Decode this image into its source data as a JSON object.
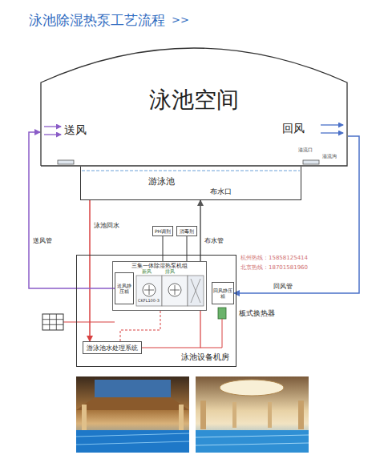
{
  "diagram": {
    "title": "泳池除湿热泵工艺流程",
    "nodes": [
      {
        "text": [
          "泳池空间"
        ]
      },
      {
        "text": [
          "游泳池"
        ]
      },
      {
        "text": [
          "PH调剂"
        ]
      },
      {
        "text": [
          "消毒剂"
        ]
      },
      {
        "text": [
          "泳池设备机房"
        ]
      },
      {
        "text": [
          "三集一体除湿热泵机组"
        ],
        "in": 4
      },
      {
        "text": [
          "送风静压箱"
        ],
        "in": 5
      },
      {
        "text": [
          "回风静压箱"
        ],
        "in": 4
      },
      {
        "text": [
          "游泳池水处理系统"
        ],
        "in": 4
      }
    ],
    "edges": [
      {
        "from": 1,
        "to": 8,
        "label": "泳池回水",
        "arrow": "to"
      },
      {
        "from": 6,
        "to": 0,
        "label": "送风管",
        "arrow": "to"
      },
      {
        "from": 0,
        "to": 7,
        "label": "回风管",
        "arrow": "to"
      },
      {
        "from": 5,
        "to": 1,
        "label": "布水管",
        "arrow": "to"
      },
      {
        "from": 2,
        "to": 5,
        "arrow": "none"
      },
      {
        "from": 3,
        "to": 5,
        "arrow": "none"
      }
    ],
    "labels": [
      ">>",
      "送风",
      "回风",
      "溢流口",
      "溢流沟",
      "布水口",
      "新风",
      "排风",
      "CKFL100-3",
      "板式换热器",
      "杭州热线：15858125414",
      "北京热线：18701581960"
    ]
  }
}
